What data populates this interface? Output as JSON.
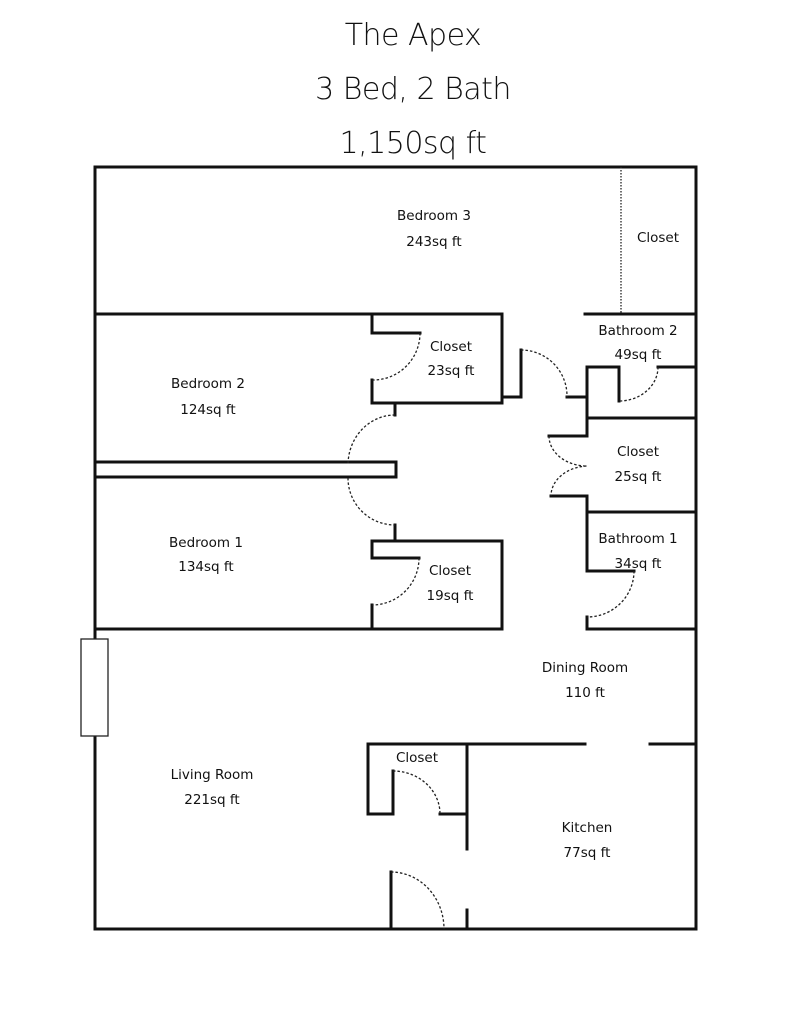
{
  "header": {
    "name": "The Apex",
    "layout": "3 Bed, 2 Bath",
    "area": "1,150sq ft"
  },
  "rooms": {
    "bedroom3": {
      "name": "Bedroom 3",
      "area": "243sq ft"
    },
    "bedroom3_closet": {
      "name": "Closet"
    },
    "bedroom2": {
      "name": "Bedroom 2",
      "area": "124sq ft"
    },
    "bedroom2_closet": {
      "name": "Closet",
      "area": "23sq ft"
    },
    "bathroom2": {
      "name": "Bathroom 2",
      "area": "49sq ft"
    },
    "hall_closet": {
      "name": "Closet",
      "area": "25sq ft"
    },
    "bedroom1": {
      "name": "Bedroom 1",
      "area": "134sq ft"
    },
    "bedroom1_closet": {
      "name": "Closet",
      "area": "19sq ft"
    },
    "bathroom1": {
      "name": "Bathroom 1",
      "area": "34sq ft"
    },
    "dining": {
      "name": "Dining Room",
      "area": "110 ft"
    },
    "living": {
      "name": "Living Room",
      "area": "221sq ft"
    },
    "living_closet": {
      "name": "Closet"
    },
    "kitchen": {
      "name": "Kitchen",
      "area": "77sq ft"
    }
  }
}
